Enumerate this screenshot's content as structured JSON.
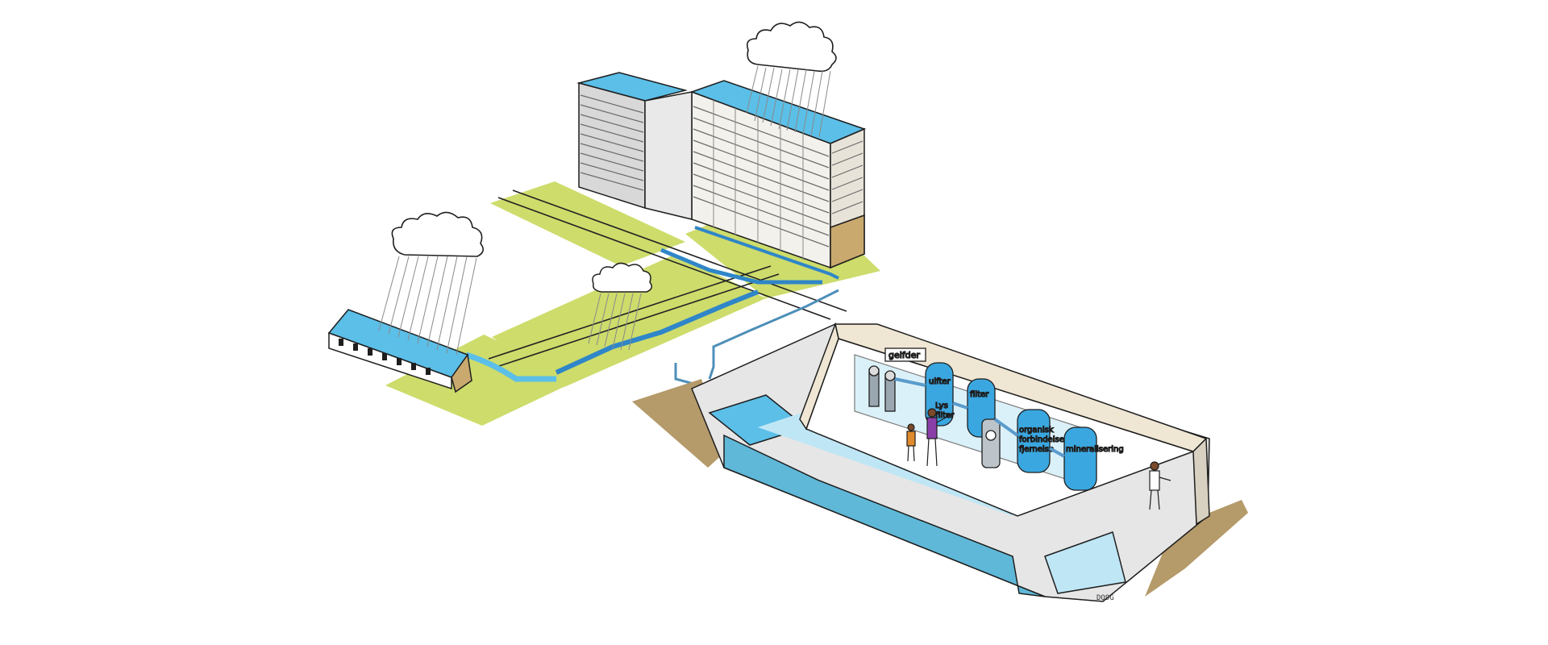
{
  "illustration": {
    "colors": {
      "water": "#5bbfe8",
      "water_light": "#bfe6f5",
      "grass": "#cddc6b",
      "soil": "#b59a6a",
      "wall": "#efe6d4",
      "tank": "#3aa7e0",
      "ink": "#1e1e1e"
    },
    "sign_label": "gelfder",
    "tank_labels": [
      {
        "lines": [
          "ulfter"
        ]
      },
      {
        "lines": [
          "filter"
        ]
      },
      {
        "lines": [
          "organisk",
          "forbindelse",
          "fjernelse"
        ]
      },
      {
        "lines": [
          "mineralisering"
        ]
      }
    ],
    "panel_label": [
      "Lys",
      "filter"
    ],
    "signature": "DQ9G"
  }
}
